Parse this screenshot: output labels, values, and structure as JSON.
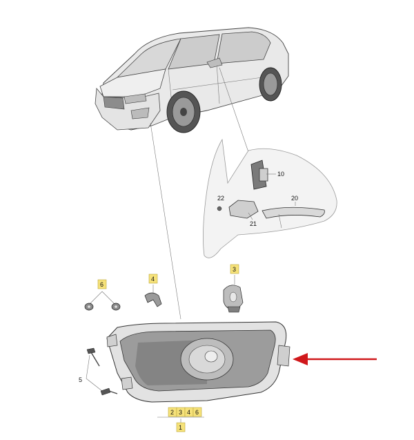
{
  "callouts": {
    "c10": "10",
    "c20": "20",
    "c21": "21",
    "c22": "22",
    "c3": "3",
    "c4": "4",
    "c6": "6",
    "c5": "5",
    "c1": "1",
    "group": [
      "2",
      "3",
      "4",
      "6"
    ]
  },
  "colors": {
    "highlight_label": "#f6e27a",
    "arrow": "#d0181b"
  }
}
